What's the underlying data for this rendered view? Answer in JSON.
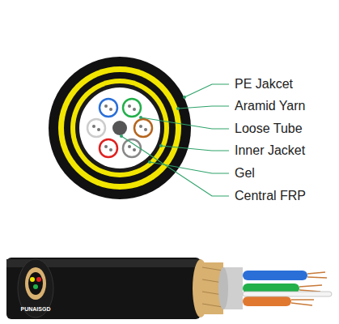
{
  "diagram": {
    "labels": [
      "PE Jakcet",
      "Aramid Yarn",
      "Loose Tube",
      "Inner Jacket",
      "Gel",
      "Central FRP",
      "PUNAISGD"
    ]
  }
}
